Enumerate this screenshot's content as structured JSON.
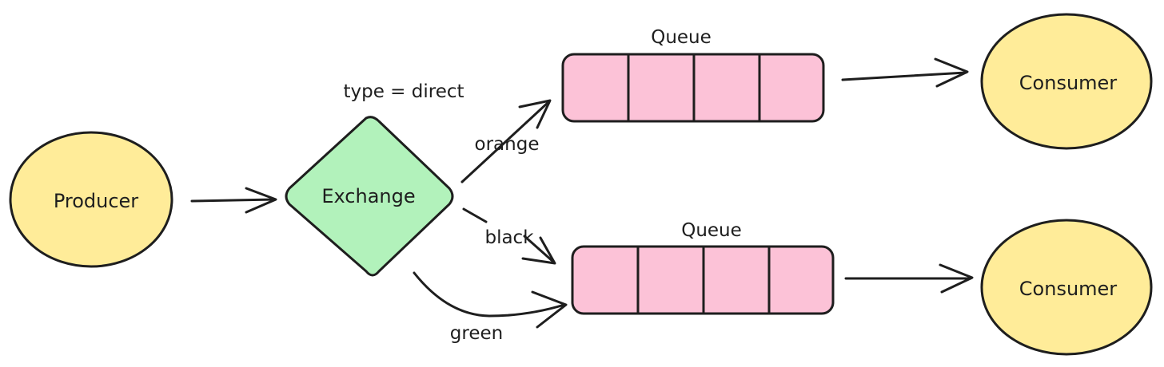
{
  "diagram": {
    "colors": {
      "ellipse_fill": "#ffec99",
      "diamond_fill": "#b2f2bb",
      "queue_fill": "#fcc2d7",
      "stroke": "#1e1e1e"
    },
    "producer": {
      "label": "Producer"
    },
    "exchange": {
      "label": "Exchange",
      "type_label": "type = direct"
    },
    "queues": [
      {
        "label": "Queue"
      },
      {
        "label": "Queue"
      }
    ],
    "consumers": [
      {
        "label": "Consumer"
      },
      {
        "label": "Consumer"
      }
    ],
    "bindings": [
      {
        "label": "orange"
      },
      {
        "label": "black"
      },
      {
        "label": "green"
      }
    ]
  }
}
